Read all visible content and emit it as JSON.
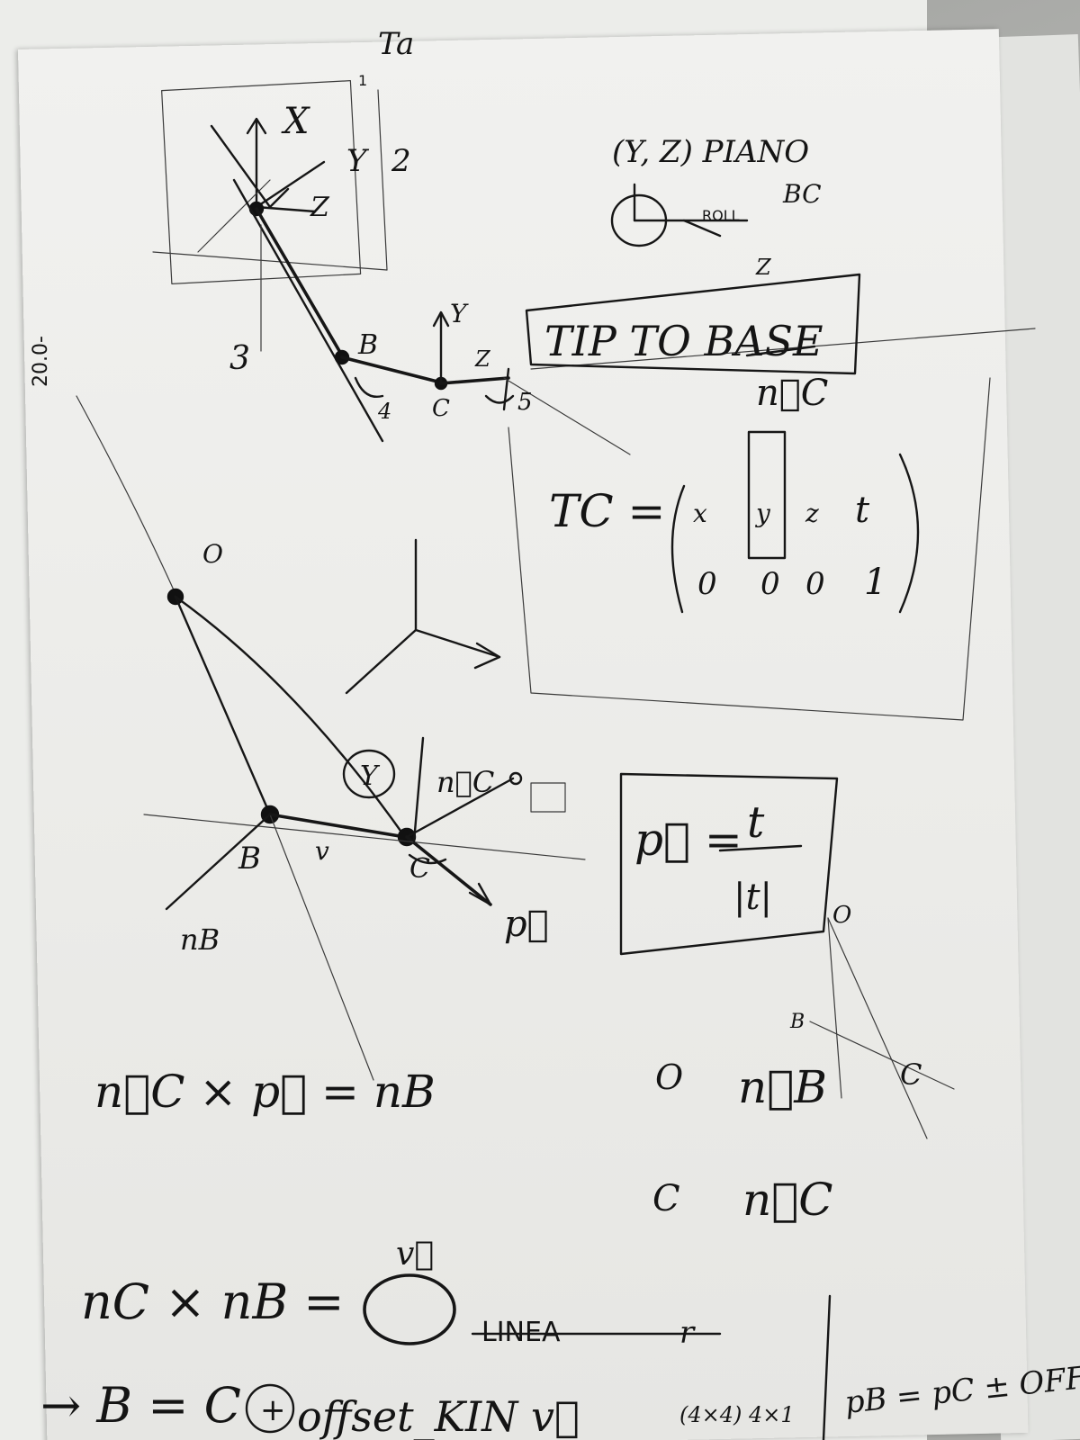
{
  "top_left_sketch": {
    "axis_x": "X",
    "axis_y": "Y",
    "axis_z": "Z",
    "num_1": "1",
    "num_2": "2",
    "num_3": "3",
    "num_4": "4",
    "num_5": "5",
    "point_b": "B",
    "point_c": "C",
    "frame_y": "Y",
    "frame_z": "Z"
  },
  "plane_note": {
    "title": "(Y, Z)  PIANO",
    "bc": "BC",
    "roll": "ROLL",
    "z": "Z"
  },
  "tip_to_base": {
    "label": "TIP TO BASE",
    "nc": "n⃗C"
  },
  "matrix": {
    "lhs": "TC =",
    "row1": [
      "x",
      "y",
      "z",
      "t"
    ],
    "row2": [
      "0",
      "0",
      "0",
      "1"
    ]
  },
  "middle_sketch": {
    "point_o": "O",
    "point_b": "B",
    "point_c": "C",
    "label_y": "Y",
    "nc": "n⃗C",
    "v": "v",
    "nb": "nB",
    "p": "p⃗"
  },
  "p_formula": {
    "lhs": "p⃗ =",
    "numerator": "t",
    "denominator": "|t|"
  },
  "small_diagram": {
    "o": "O",
    "b": "B",
    "c": "C"
  },
  "equations": {
    "cross": "n⃗C × p⃗ = nB",
    "o_line": "O",
    "o_vec": "n⃗B",
    "c_line": "C",
    "c_vec": "n⃗C",
    "v_vec": "v⃗",
    "cross2_lhs": "nC × nB =",
    "struck": "LINEA",
    "rhs_r": "r",
    "b_eq": "→ B = C",
    "plus": "+",
    "offset": "offset_KIN v⃗",
    "dims": "(4×4)  4×1",
    "pb_eq": "pB = pC ± OFFSET·vB"
  },
  "margin_note": "20.0-"
}
